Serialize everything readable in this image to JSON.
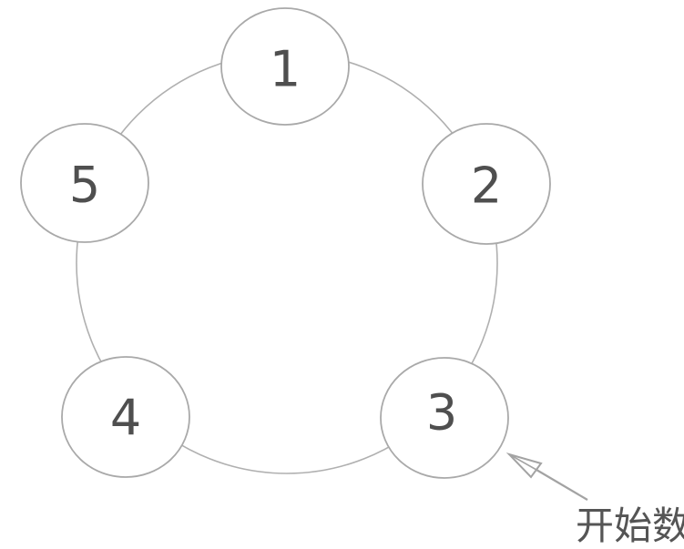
{
  "diagram": {
    "type": "circular-counting-ring",
    "nodes": [
      {
        "label": "1"
      },
      {
        "label": "2"
      },
      {
        "label": "3"
      },
      {
        "label": "4"
      },
      {
        "label": "5"
      }
    ],
    "annotation": {
      "label": "开始数",
      "points_to_node": "3"
    },
    "colors": {
      "background": "#ffffff",
      "ring_stroke": "#b0b0b0",
      "node_fill": "#ffffff",
      "node_stroke": "#a9a9a9",
      "number_color": "#4f4f4f",
      "arrow_color": "#a3a3a3",
      "annotation_text_color": "#555555"
    }
  }
}
